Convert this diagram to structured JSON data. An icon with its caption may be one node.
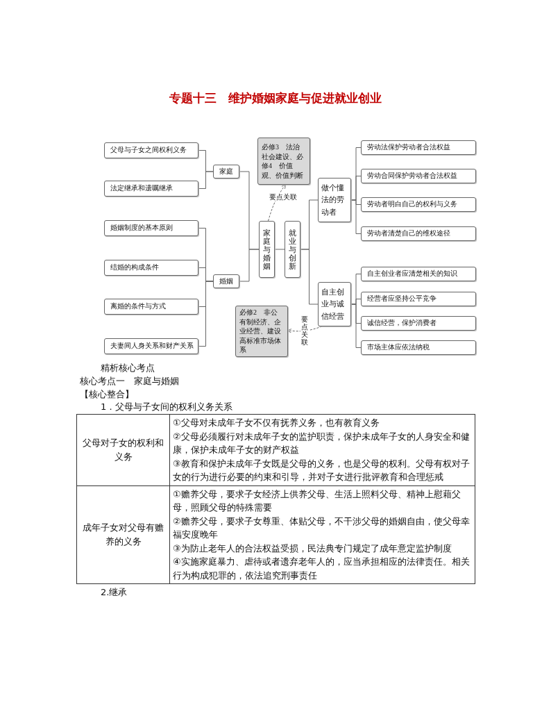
{
  "diagram": {
    "title": "专题十三　维护婚姻家庭与促进就业创业",
    "nodes": [
      {
        "text": [
          "父母与子女之间权利义务"
        ]
      },
      {
        "text": [
          "法定继承和遗嘱继承"
        ]
      },
      {
        "text": [
          "婚姻制度的基本原则"
        ]
      },
      {
        "text": [
          "结婚的构成条件"
        ]
      },
      {
        "text": [
          "离婚的条件与方式"
        ]
      },
      {
        "text": [
          "夫妻间人身关系和财产关系"
        ]
      },
      {
        "text": [
          "家庭"
        ]
      },
      {
        "text": [
          "婚姻"
        ]
      },
      {
        "text": [
          "必修3　法治社会建设、必修4　价值观、价值判断"
        ]
      },
      {
        "text": [
          "家庭与婚姻"
        ]
      },
      {
        "text": [
          "就业与创新"
        ]
      },
      {
        "text": [
          "必修2　非公有制经济、企业经营、建设高标准市场体系"
        ]
      },
      {
        "text": [
          "做个懂法的劳动者"
        ]
      },
      {
        "text": [
          "自主创业与诚信经营"
        ]
      },
      {
        "text": [
          "劳动法保护劳动者合法权益"
        ]
      },
      {
        "text": [
          "劳动合同保护劳动者合法权益"
        ]
      },
      {
        "text": [
          "劳动者明白自己的权利与义务"
        ]
      },
      {
        "text": [
          "劳动者清楚自己的维权途径"
        ]
      },
      {
        "text": [
          "自主创业者应清楚相关的知识"
        ]
      },
      {
        "text": [
          "经营者应坚持公平竞争"
        ]
      },
      {
        "text": [
          "诚信经营，保护消费者"
        ]
      },
      {
        "text": [
          "市场主体应依法纳税"
        ]
      }
    ],
    "edges": [
      {
        "from": 6,
        "to": 0,
        "arrow": "none"
      },
      {
        "from": 6,
        "to": 1,
        "arrow": "none"
      },
      {
        "from": 7,
        "to": 2,
        "arrow": "none"
      },
      {
        "from": 7,
        "to": 3,
        "arrow": "none"
      },
      {
        "from": 7,
        "to": 4,
        "arrow": "none"
      },
      {
        "from": 7,
        "to": 5,
        "arrow": "none"
      },
      {
        "from": 9,
        "to": 6,
        "arrow": "none"
      },
      {
        "from": 9,
        "to": 7,
        "arrow": "none"
      },
      {
        "from": 9,
        "to": 8,
        "arrow": "to",
        "style": "dashed",
        "label": "要点关联"
      },
      {
        "from": 9,
        "to": 10,
        "arrow": "none"
      },
      {
        "from": 10,
        "to": 12,
        "arrow": "none"
      },
      {
        "from": 10,
        "to": 13,
        "arrow": "none"
      },
      {
        "from": 13,
        "to": 11,
        "arrow": "to",
        "style": "dashed",
        "label": "要点关联"
      },
      {
        "from": 12,
        "to": 14,
        "arrow": "none"
      },
      {
        "from": 12,
        "to": 15,
        "arrow": "none"
      },
      {
        "from": 12,
        "to": 16,
        "arrow": "none"
      },
      {
        "from": 12,
        "to": 17,
        "arrow": "none"
      },
      {
        "from": 13,
        "to": 18,
        "arrow": "none"
      },
      {
        "from": 13,
        "to": 19,
        "arrow": "none"
      },
      {
        "from": 13,
        "to": 20,
        "arrow": "none"
      },
      {
        "from": 13,
        "to": 21,
        "arrow": "none"
      }
    ],
    "labels": [
      "精析核心考点",
      "核心考点一　家庭与婚姻",
      "【核心整合】",
      "1．父母与子女间的权利义务关系",
      "父母对子女的权利和义务",
      "①父母对未成年子女不仅有抚养义务，也有教育义务",
      "②父母必须履行对未成年子女的监护职责，保护未成年子女的人身安全和健康，保护未成年子女的财产权益",
      "③教育和保护未成年子女既是父母的义务，也是父母的权利。父母有权对子女的行为进行必要的约束和引导，并对子女进行批评教育和合理惩戒",
      "成年子女对父母有赡养的义务",
      "①赡养父母，要求子女经济上供养父母、生活上照料父母、精神上慰藉父母，照顾父母的特殊需要",
      "②赡养父母，要求子女尊重、体贴父母，不干涉父母的婚姻自由，使父母幸福安度晚年",
      "③为防止老年人的合法权益受损，民法典专门规定了成年意定监护制度",
      "④实施家庭暴力、虐待或者遗弃老年人的，应当承担相应的法律责任。相关行为构成犯罪的，依法追究刑事责任",
      "2.继承"
    ]
  }
}
